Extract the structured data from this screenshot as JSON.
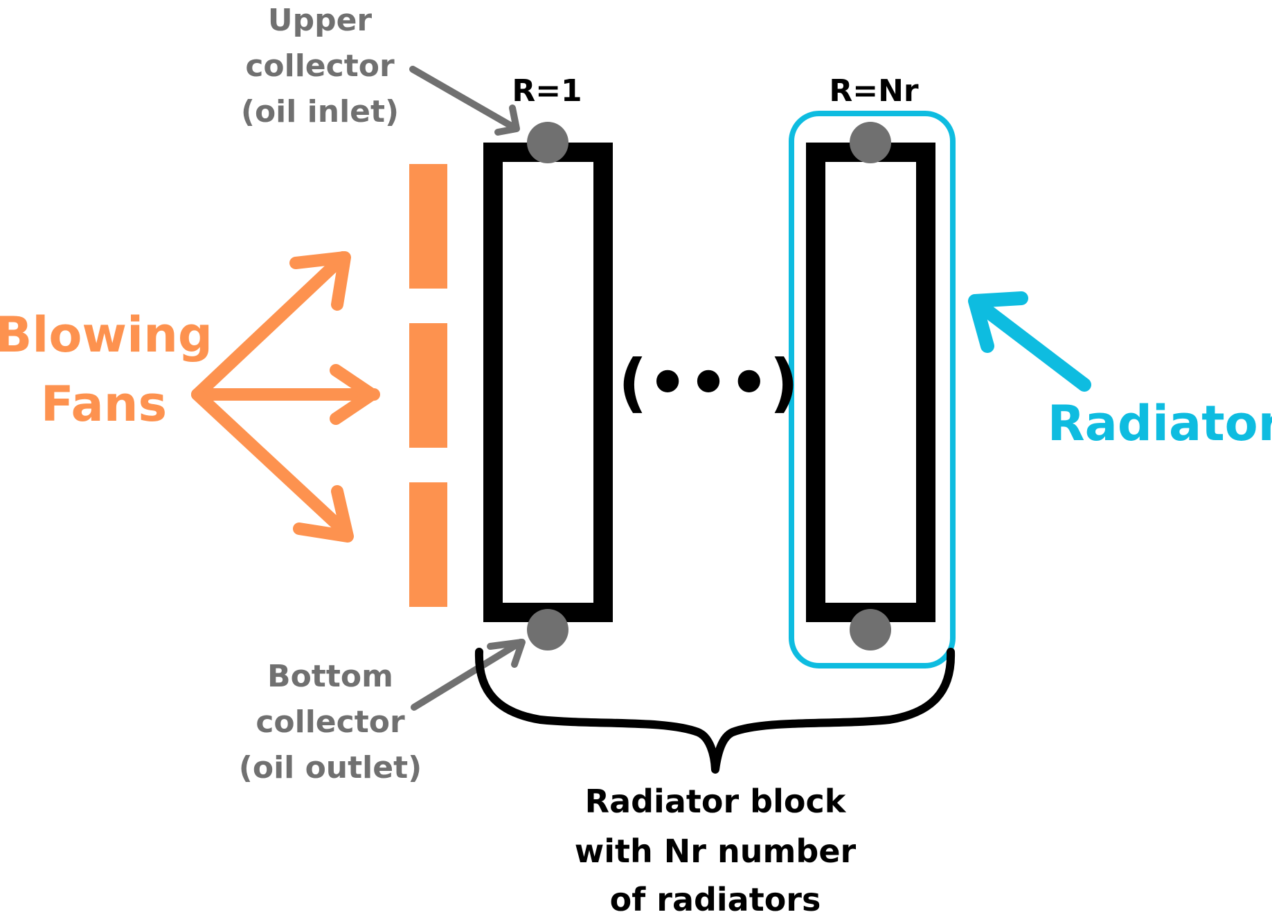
{
  "colors": {
    "fan": "#FD924F",
    "radiator_highlight": "#0EBCE0",
    "collector": "#707070",
    "outline": "#000000",
    "annotation_text": "#707070"
  },
  "fans": {
    "label_line1": "Blowing",
    "label_line2": "Fans",
    "count": 3
  },
  "upper_collector": {
    "line1": "Upper",
    "line2": "collector",
    "line3": "(oil inlet)"
  },
  "bottom_collector": {
    "line1": "Bottom",
    "line2": "collector",
    "line3": "(oil outlet)"
  },
  "radiators": {
    "first_label": "R=1",
    "last_label": "R=Nr",
    "ellipsis": "(•••)"
  },
  "radiator_callout": {
    "label": "Radiator"
  },
  "block": {
    "line1": "Radiator block",
    "line2": "with Nr number",
    "line3": "of radiators"
  }
}
